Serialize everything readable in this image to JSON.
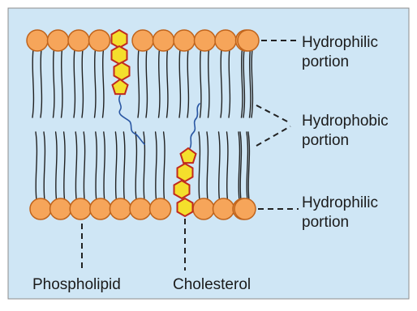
{
  "colors": {
    "background": "#cfe6f5",
    "head_fill": "#f6a55a",
    "head_stroke": "#c0641c",
    "tail_stroke": "#222222",
    "cholesterol_fill": "#f4df2c",
    "cholesterol_stroke": "#c02a1f",
    "cholesterol_tail": "#2a57a3",
    "leader_line": "#222222"
  },
  "labels": {
    "hydrophilic_top_1": "Hydrophilic",
    "hydrophilic_top_2": "portion",
    "hydrophobic_1": "Hydrophobic",
    "hydrophobic_2": "portion",
    "hydrophilic_bottom_1": "Hydrophilic",
    "hydrophilic_bottom_2": "portion",
    "phospholipid": "Phospholipid",
    "cholesterol": "Cholesterol"
  },
  "diagram": {
    "top_head_count": 11,
    "bottom_head_count": 11,
    "cholesterol_molecules": 2,
    "rings_per_cholesterol": 4
  }
}
